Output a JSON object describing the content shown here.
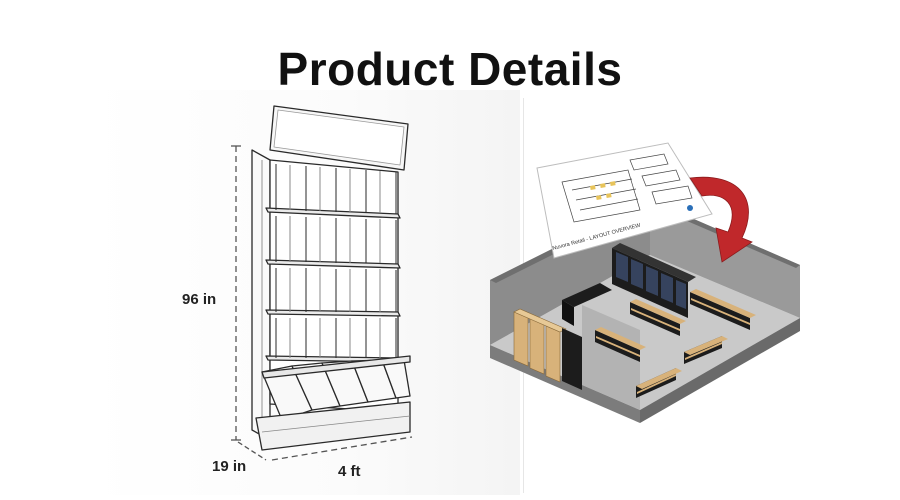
{
  "header": {
    "title": "Product Details"
  },
  "dimensions": {
    "height_label": "96 in",
    "depth_label": "19 in",
    "width_label": "4 ft"
  },
  "layout_sheet": {
    "caption": "Nuvora Retail - LAYOUT OVERVIEW"
  },
  "colors": {
    "arrow": "#c0282b",
    "floor": "#c9c9c9",
    "wall": "#8c8c8c",
    "shelf_wood": "#d8b27a",
    "fixture": "#1c1c1c"
  }
}
